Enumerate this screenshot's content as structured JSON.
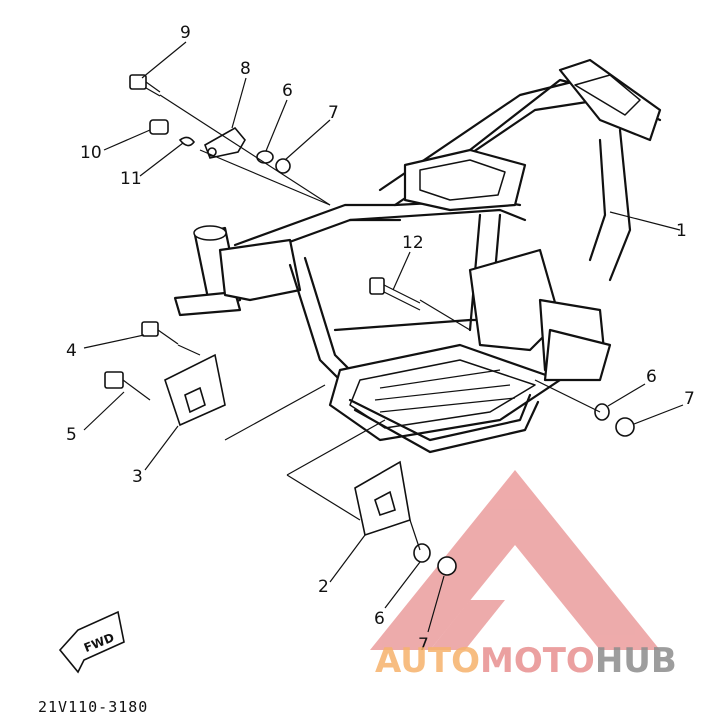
{
  "diagram": {
    "drawing_code": "21V110-3180",
    "fwd_label": "FWD",
    "callouts": {
      "c1": "1",
      "c2": "2",
      "c3": "3",
      "c4": "4",
      "c5": "5",
      "c6a": "6",
      "c6b": "6",
      "c6c": "6",
      "c7a": "7",
      "c7b": "7",
      "c7c": "7",
      "c8": "8",
      "c9": "9",
      "c10": "10",
      "c11": "11",
      "c12": "12"
    }
  },
  "watermark": {
    "part1": "AUTO",
    "part2": "MOTO",
    "part3": "HUB",
    "color_orange": "#f6b26b",
    "color_red": "#e88f8f",
    "color_gray": "#8c8c8c"
  }
}
